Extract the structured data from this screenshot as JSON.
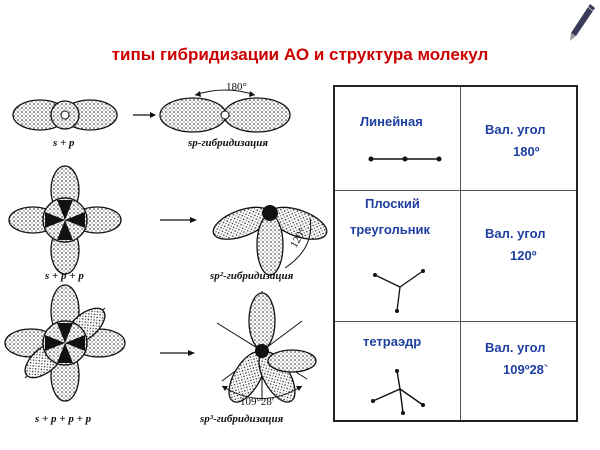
{
  "title": "типы гибридизации  АО и структура молекул",
  "left": {
    "row1": {
      "left_caption": "s + p",
      "right_caption": "sp-гибридизация",
      "angle": "180°"
    },
    "row2": {
      "left_caption": "s + p + p",
      "right_caption": "sp²-гибридизация",
      "angle": "120°"
    },
    "row3": {
      "left_caption": "s + p + p + p",
      "right_caption": "sp³-гибридизация",
      "angle": "109°28'"
    }
  },
  "table": {
    "rows": [
      {
        "shape": "Линейная",
        "angle_label": "Вал. угол",
        "angle_value": "180º"
      },
      {
        "shape_line1": "Плоский",
        "shape_line2": "треугольник",
        "angle_label": "Вал. угол",
        "angle_value": "120º"
      },
      {
        "shape": "тетраэдр",
        "angle_label": "Вал. угол",
        "angle_value": "109º28`"
      }
    ]
  },
  "colors": {
    "title": "#cc0000",
    "table_text": "#1f3fa0"
  },
  "icons": [
    "pen-icon"
  ]
}
